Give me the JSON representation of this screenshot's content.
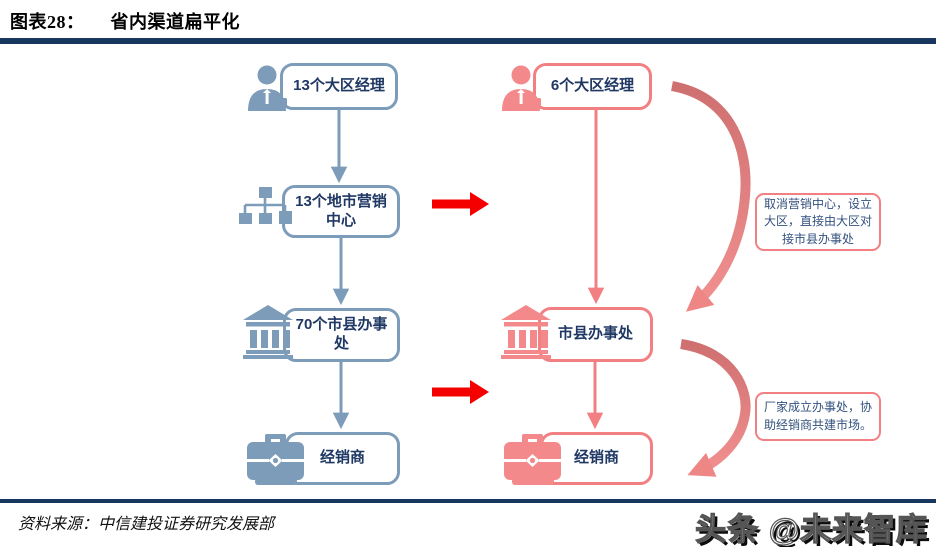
{
  "header": {
    "figure_label": "图表28：",
    "figure_title": "省内渠道扁平化"
  },
  "diagram": {
    "before": {
      "color": "#7C9CB9",
      "nodes": [
        {
          "label": "13个大区经理",
          "icon": "manager-person-icon"
        },
        {
          "label": "13个地市营销中心",
          "icon": "org-chart-icon"
        },
        {
          "label": "70个市县办事处",
          "icon": "bank-building-icon"
        },
        {
          "label": "经销商",
          "icon": "briefcase-icon"
        }
      ]
    },
    "after": {
      "color": "#F28082",
      "nodes": [
        {
          "label": "6个大区经理",
          "icon": "manager-person-icon"
        },
        {
          "label": "市县办事处",
          "icon": "bank-building-icon"
        },
        {
          "label": "经销商",
          "icon": "briefcase-icon"
        }
      ]
    },
    "annotations": [
      {
        "text": "取消营销中心，设立大区，直接由大区对接市县办事处"
      },
      {
        "text": "厂家成立办事处，协助经销商共建市场。"
      }
    ],
    "colors": {
      "transition_arrow": "#F50000",
      "curved_arrow": "#EC8888",
      "node_text": "#1F3864",
      "rule": "#17375E"
    }
  },
  "footer": {
    "source": "资料来源：中信建投证券研究发展部",
    "watermark": "头条 @未来智库"
  }
}
